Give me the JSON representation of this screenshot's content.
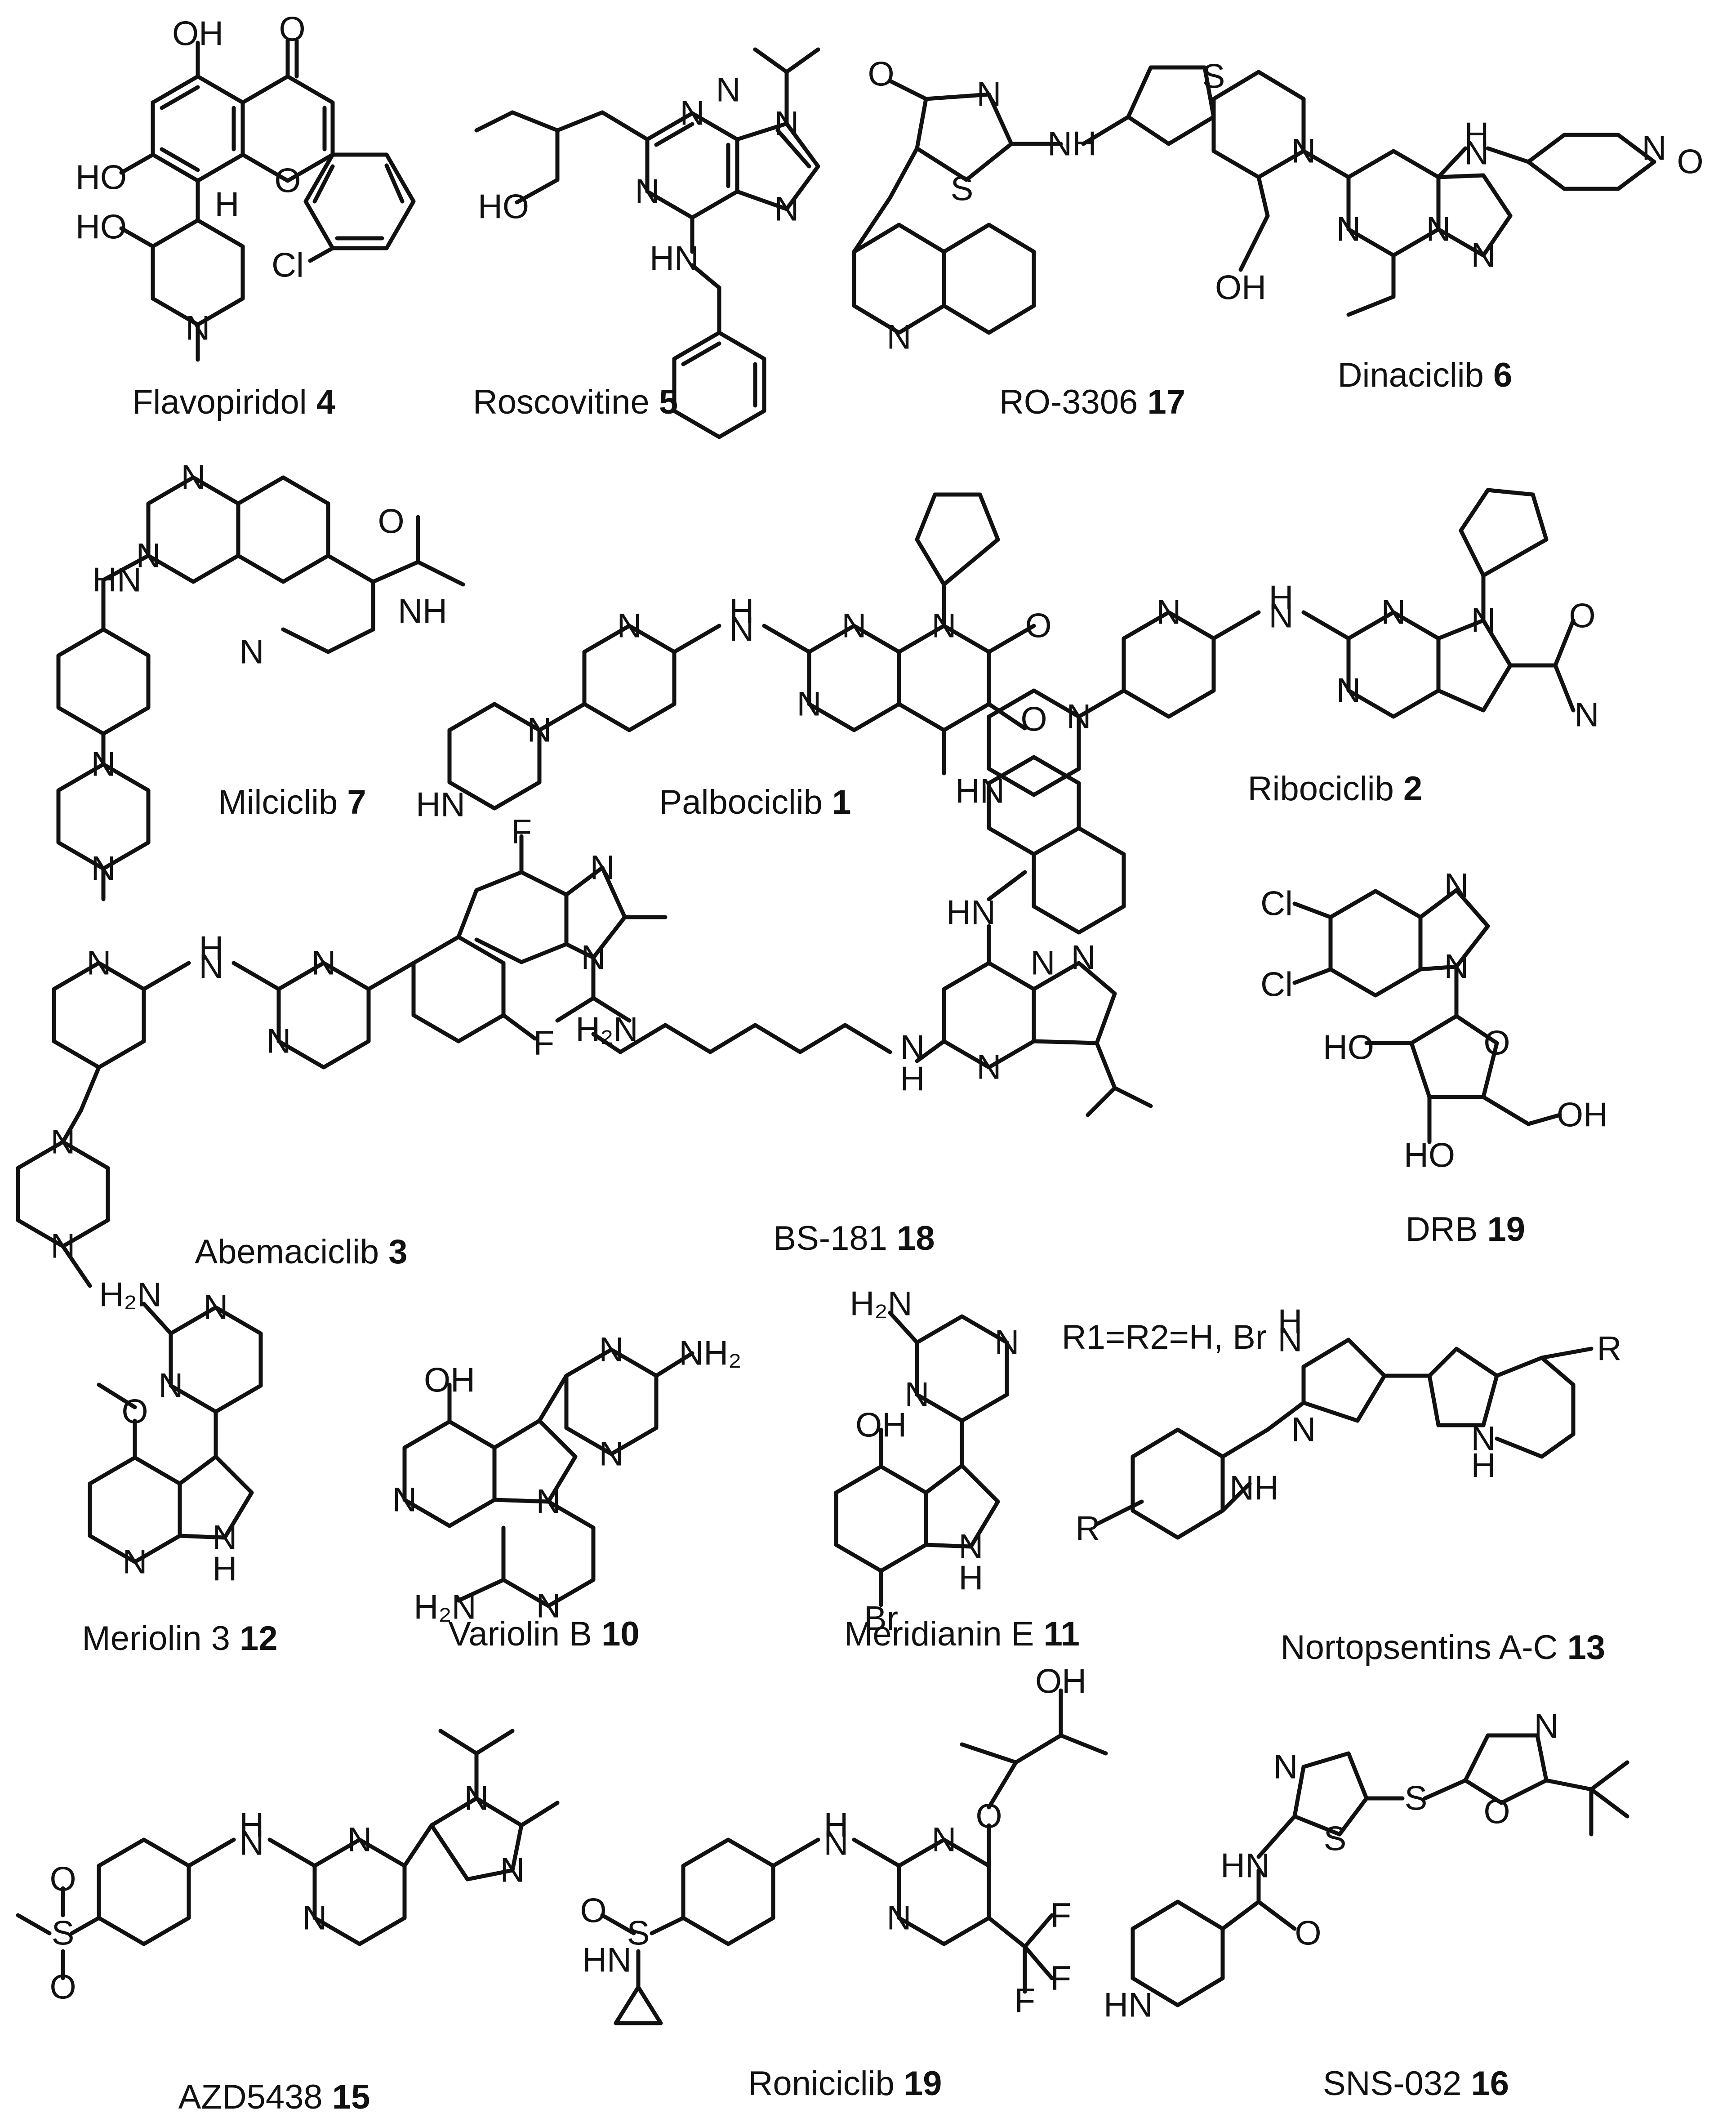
{
  "compounds": [
    {
      "name": "Flavopiridol",
      "number": "4"
    },
    {
      "name": "Roscovitine",
      "number": "5"
    },
    {
      "name": "RO-3306",
      "number": "17"
    },
    {
      "name": "Dinaciclib",
      "number": "6"
    },
    {
      "name": "Milciclib",
      "number": "7"
    },
    {
      "name": "Palbociclib",
      "number": "1"
    },
    {
      "name": "Ribociclib",
      "number": "2"
    },
    {
      "name": "Abemaciclib",
      "number": "3"
    },
    {
      "name": "BS-181",
      "number": "18"
    },
    {
      "name": "DRB",
      "number": "19"
    },
    {
      "name": "Meriolin 3",
      "number": "12"
    },
    {
      "name": "Variolin B",
      "number": "10"
    },
    {
      "name": "Meridianin E",
      "number": "11"
    },
    {
      "name": "Nortopsentins A-C",
      "number": "13"
    },
    {
      "name": "AZD5438",
      "number": "15"
    },
    {
      "name": "Roniciclib",
      "number": "19"
    },
    {
      "name": "SNS-032",
      "number": "16"
    }
  ],
  "annotations": {
    "nortopsentin_substituents": "R1=R2=H, Br"
  }
}
